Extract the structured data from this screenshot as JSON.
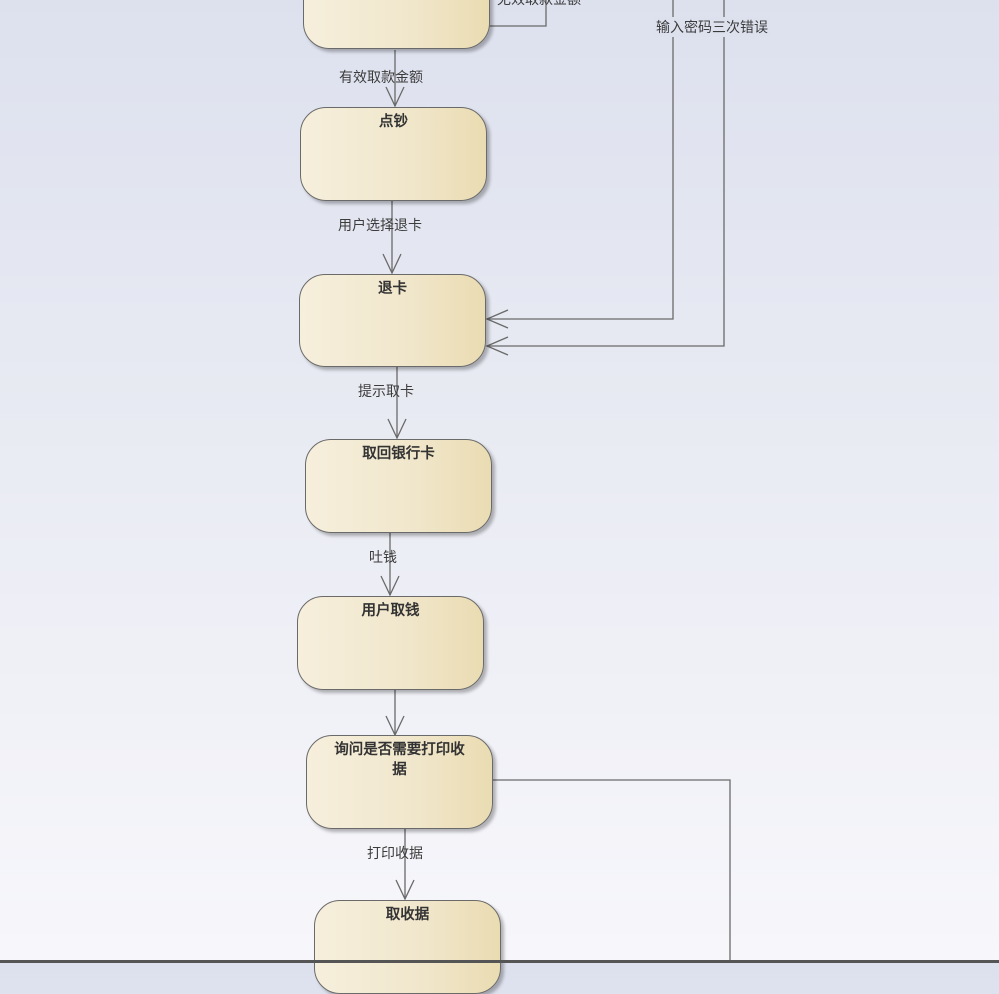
{
  "nodes": {
    "count_cash": "点钞",
    "return_card": "退卡",
    "take_back_card": "取回银行卡",
    "user_take_cash": "用户取钱",
    "ask_print_receipt": "询问是否需要打印收据",
    "take_receipt": "取收据"
  },
  "edges": {
    "valid_amount": "有效取款金额",
    "user_choose_return": "用户选择退卡",
    "prompt_take_card": "提示取卡",
    "dispense_cash": "吐钱",
    "print_receipt": "打印收据",
    "wrong_pwd_three_times": "输入密码三次错误",
    "invalid_amount_partial": "无效取款金额"
  },
  "colors": {
    "line": "#6a6a6a",
    "node_fill_light": "#f6efdc",
    "node_fill_dark": "#eadcb2"
  }
}
